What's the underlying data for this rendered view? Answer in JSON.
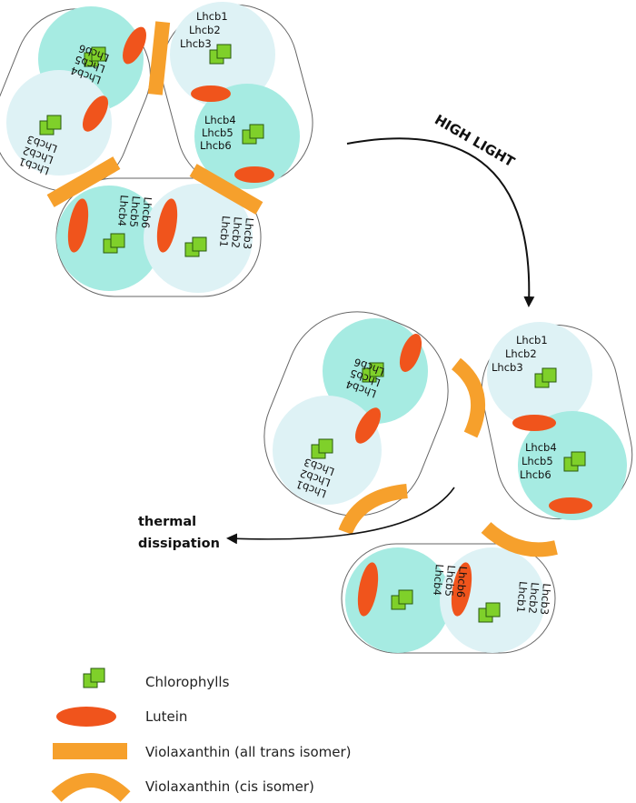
{
  "clusters": {
    "c1": {
      "labels": [
        "Lhcb1",
        "Lhcb2",
        "Lhcb3"
      ]
    },
    "c2": {
      "labels": [
        "Lhcb4",
        "Lhcb5",
        "Lhcb6"
      ]
    }
  },
  "arrow_high_light": "HIGH LIGHT",
  "thermal": {
    "line1": "thermal",
    "line2": "dissipation"
  },
  "legend": {
    "chlorophylls": "Chlorophylls",
    "lutein": "Lutein",
    "violax_trans": "Violaxanthin (all trans isomer)",
    "violax_cis": "Violaxanthin (cis isomer)"
  },
  "colors": {
    "cyan_domain": "#a6ebe2",
    "pale_domain": "#def2f5",
    "lutein": "#f0541c",
    "violaxanthin": "#f6a02c",
    "chlorophyll": "#7fd02a",
    "chlorophyll_edge": "#2a5a10"
  }
}
